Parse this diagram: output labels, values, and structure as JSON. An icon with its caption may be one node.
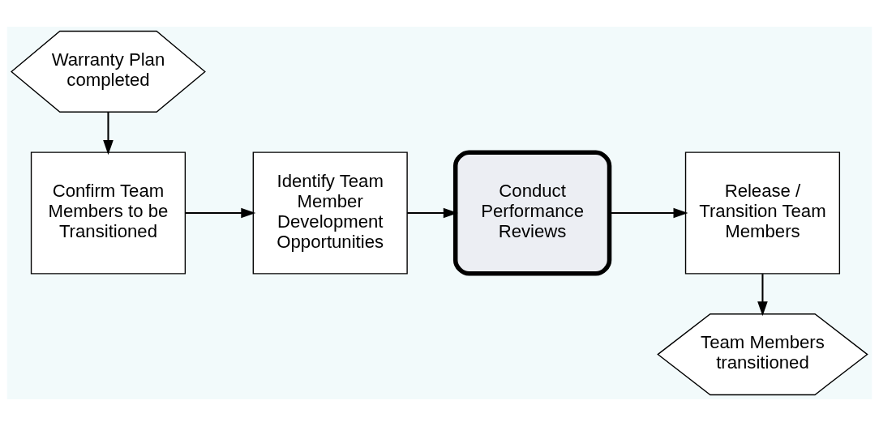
{
  "diagram": {
    "nodes": [
      {
        "text": [
          "Warranty Plan completed"
        ]
      },
      {
        "text": [
          "Confirm Team Members to be Transitioned"
        ]
      },
      {
        "text": [
          "Identify Team Member Development Opportunities"
        ]
      },
      {
        "text": [
          "Conduct Performance Reviews"
        ]
      },
      {
        "text": [
          "Release / Transition Team Members"
        ]
      },
      {
        "text": [
          "Team Members transitioned"
        ]
      }
    ],
    "edges": [
      {
        "from": 0,
        "to": 1,
        "arrow": "to"
      },
      {
        "from": 1,
        "to": 2,
        "arrow": "to"
      },
      {
        "from": 2,
        "to": 3,
        "arrow": "to"
      },
      {
        "from": 3,
        "to": 4,
        "arrow": "to"
      },
      {
        "from": 4,
        "to": 5,
        "arrow": "to"
      }
    ]
  }
}
